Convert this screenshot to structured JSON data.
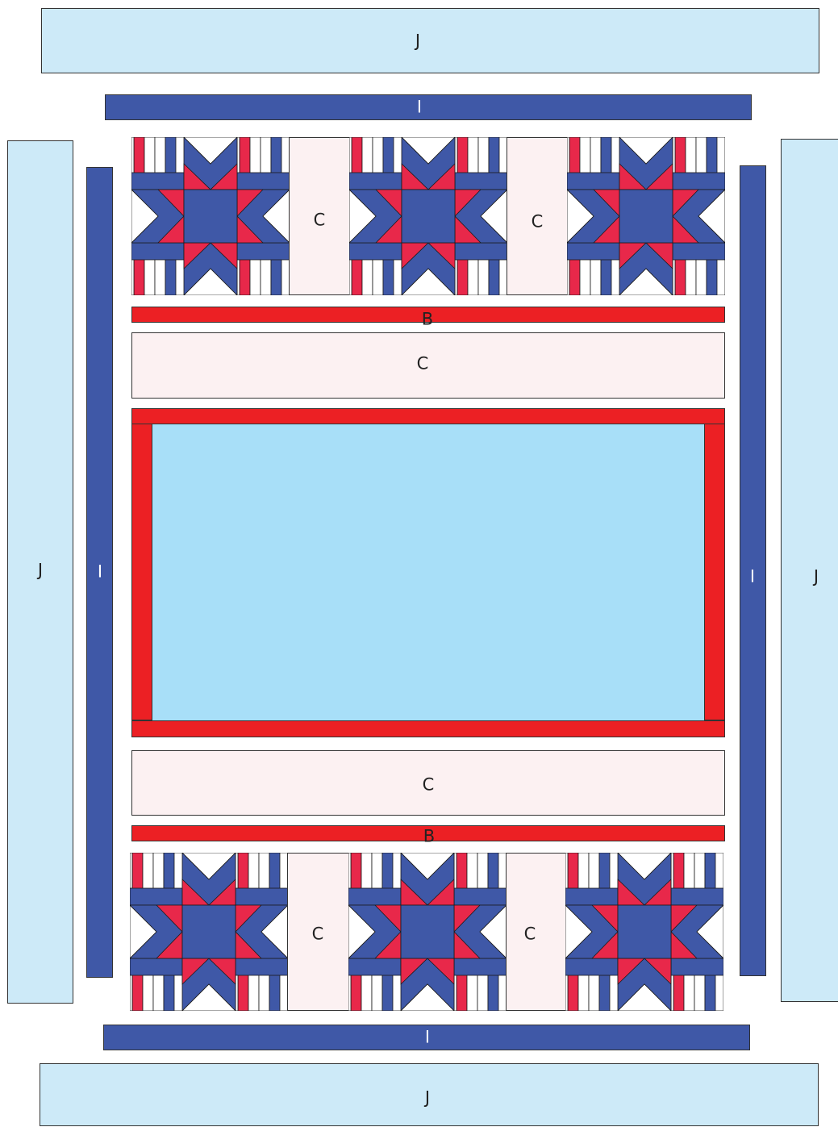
{
  "pieces": {
    "J_top": "J",
    "J_bottom": "J",
    "J_left": "J",
    "J_right": "J",
    "I_top": "I",
    "I_bottom": "I",
    "I_left": "I",
    "I_right": "I",
    "C_top_left": "C",
    "C_top_right": "C",
    "C_upper_band": "C",
    "C_lower_band": "C",
    "C_bottom_left": "C",
    "C_bottom_right": "C",
    "B_top": "B",
    "B_bottom": "B"
  },
  "colors": {
    "border_J": "#cdeaf8",
    "border_I": "#3f58a7",
    "sashing_C": "#fcf1f2",
    "strip_B": "#ec2024",
    "center_panel": "#a8dff8",
    "star_red": "#e8284a",
    "star_navy": "#3f58a7"
  },
  "block": {
    "name": "star-block",
    "count": 6
  }
}
